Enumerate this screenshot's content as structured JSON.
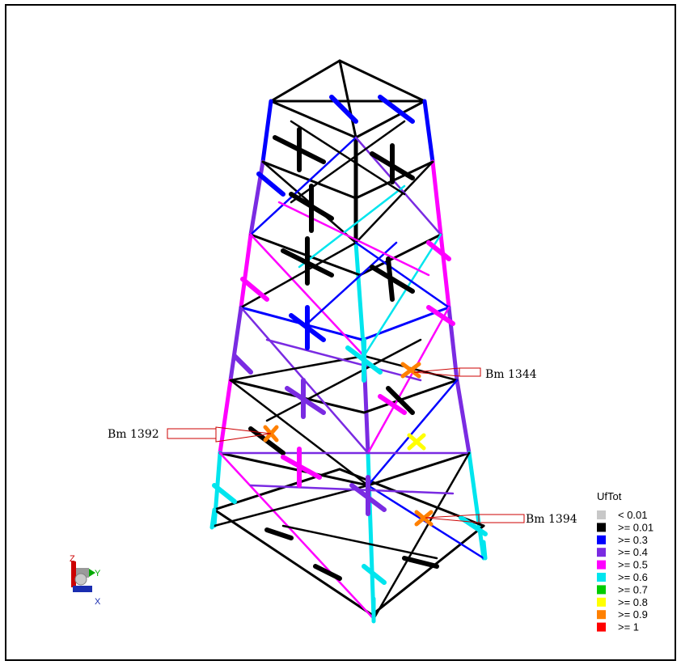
{
  "colors": {
    "frame": "#000000",
    "callout": "#cc0000",
    "scale": [
      "#c8c8c8",
      "#000000",
      "#0000ff",
      "#7a2be2",
      "#ff00ff",
      "#00e5ee",
      "#00cc00",
      "#ffff00",
      "#ff8000",
      "#ff0000"
    ]
  },
  "legend": {
    "title": "UfTot",
    "items": [
      {
        "label": "< 0.01",
        "color": "#c8c8c8"
      },
      {
        "label": ">= 0.01",
        "color": "#000000"
      },
      {
        "label": ">= 0.3",
        "color": "#0000ff"
      },
      {
        "label": ">= 0.4",
        "color": "#7a2be2"
      },
      {
        "label": ">= 0.5",
        "color": "#ff00ff"
      },
      {
        "label": ">= 0.6",
        "color": "#00e5ee"
      },
      {
        "label": ">= 0.7",
        "color": "#00cc00"
      },
      {
        "label": ">= 0.8",
        "color": "#ffff00"
      },
      {
        "label": ">= 0.9",
        "color": "#ff8000"
      },
      {
        "label": ">= 1",
        "color": "#ff0000"
      }
    ]
  },
  "callouts": [
    {
      "label": "Bm 1344"
    },
    {
      "label": "Bm 1392"
    },
    {
      "label": "Bm 1394"
    }
  ],
  "axes": {
    "z": "Z",
    "y": "Y",
    "x": "X"
  },
  "icons": {
    "triad": "axis-triad-icon"
  }
}
